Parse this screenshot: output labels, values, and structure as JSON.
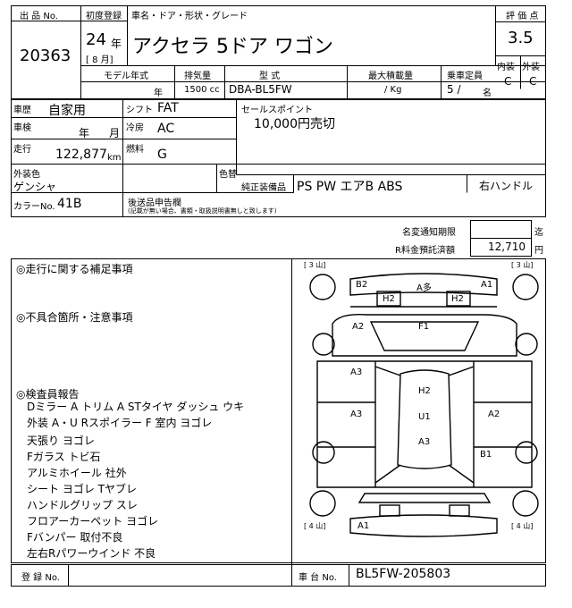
{
  "header": {
    "lot_no_label": "出 品 No.",
    "lot_no": "20363",
    "first_reg_label": "初度登録",
    "first_reg_year": "24",
    "year_unit": "年",
    "first_reg_month": "[ 8 月]",
    "car_name_label": "車名・ドア・形状・グレード",
    "car_name": "アクセラ 5ドア ワゴン",
    "score_label": "評 価 点",
    "score": "3.5",
    "interior_label": "内装",
    "exterior_label": "外装",
    "interior_grade": "C",
    "exterior_grade": "C"
  },
  "spec": {
    "model_year_label": "モデル年式",
    "displacement_label": "排気量",
    "type_label": "型 式",
    "max_load_label": "最大積載量",
    "capacity_label": "乗車定員",
    "model_year_unit": "年",
    "displacement": "1500 cc",
    "model_type": "DBA-BL5FW",
    "load_unit": "/ Kg",
    "capacity": "5 /",
    "capacity_unit": "名"
  },
  "details": {
    "history_label": "車歴",
    "history": "自家用",
    "shift_label": "シフト",
    "shift": "FAT",
    "inspection_label": "車検",
    "inspection_year": "年",
    "inspection_month": "月",
    "ac_label": "冷房",
    "ac": "AC",
    "mileage_label": "走行",
    "mileage": "122,877",
    "mileage_unit": "km",
    "fuel_label": "燃料",
    "fuel": "G",
    "sales_point_label": "セールスポイント",
    "sales_point": "10,000円売切",
    "ext_color_label": "外装色",
    "ext_color": "ゲンシャ",
    "color_change_label": "色替",
    "standard_equip_label": "純正装備品",
    "standard_equip": "PS PW エアB ABS",
    "steering": "右ハンドル",
    "color_no_label": "カラーNo.",
    "color_no": "41B",
    "post_delivery_label": "後送品申告欄",
    "post_delivery_note": "(記載が無い場合、書類・取扱説明書無しと致します)"
  },
  "fees": {
    "name_change_label": "名変通知期限",
    "name_change_unit": "迄",
    "recycle_label": "R料金預託済額",
    "recycle_value": "12,710",
    "recycle_unit": "円"
  },
  "remarks": {
    "driving_title": "◎走行に関する補足事項",
    "defects_title": "◎不具合箇所・注意事項",
    "inspector_title": "◎検査員報告",
    "lines": [
      "Dミラー A トリム A STタイヤ ダッシュ ウキ",
      "外装 A・U Rスポイラー F 室内 ヨゴレ",
      "天張り ヨゴレ",
      "Fガラス トビ石",
      "アルミホイール 社外",
      "シート ヨゴレ Tヤブレ",
      "ハンドルグリップ スレ",
      "フロアーカーペット ヨゴレ",
      "Fバンパー 取付不良",
      "左右Rパワーウインド 不良"
    ]
  },
  "diagram": {
    "tire_top_left": "[ 3 山]",
    "tire_top_right": "[ 3 山]",
    "tire_bottom_left": "[ 4 山]",
    "tire_bottom_right": "[ 4 山]",
    "marks": {
      "rear_b2": "B2",
      "rear_a_ta": "A多",
      "rear_a1": "A1",
      "rear_h2_left": "H2",
      "rear_h2_right": "H2",
      "rear_door_left": "A2",
      "rear_door_center": "F1",
      "quarter_left": "A3",
      "roof_h2": "H2",
      "front_door_left": "A3",
      "roof_u1": "U1",
      "front_door_right": "A2",
      "roof_a3": "A3",
      "fender_right": "B1",
      "front_a1": "A1"
    }
  },
  "footer": {
    "registration_label": "登 録 No.",
    "chassis_label": "車 台 No.",
    "chassis_no": "BL5FW-205803"
  }
}
